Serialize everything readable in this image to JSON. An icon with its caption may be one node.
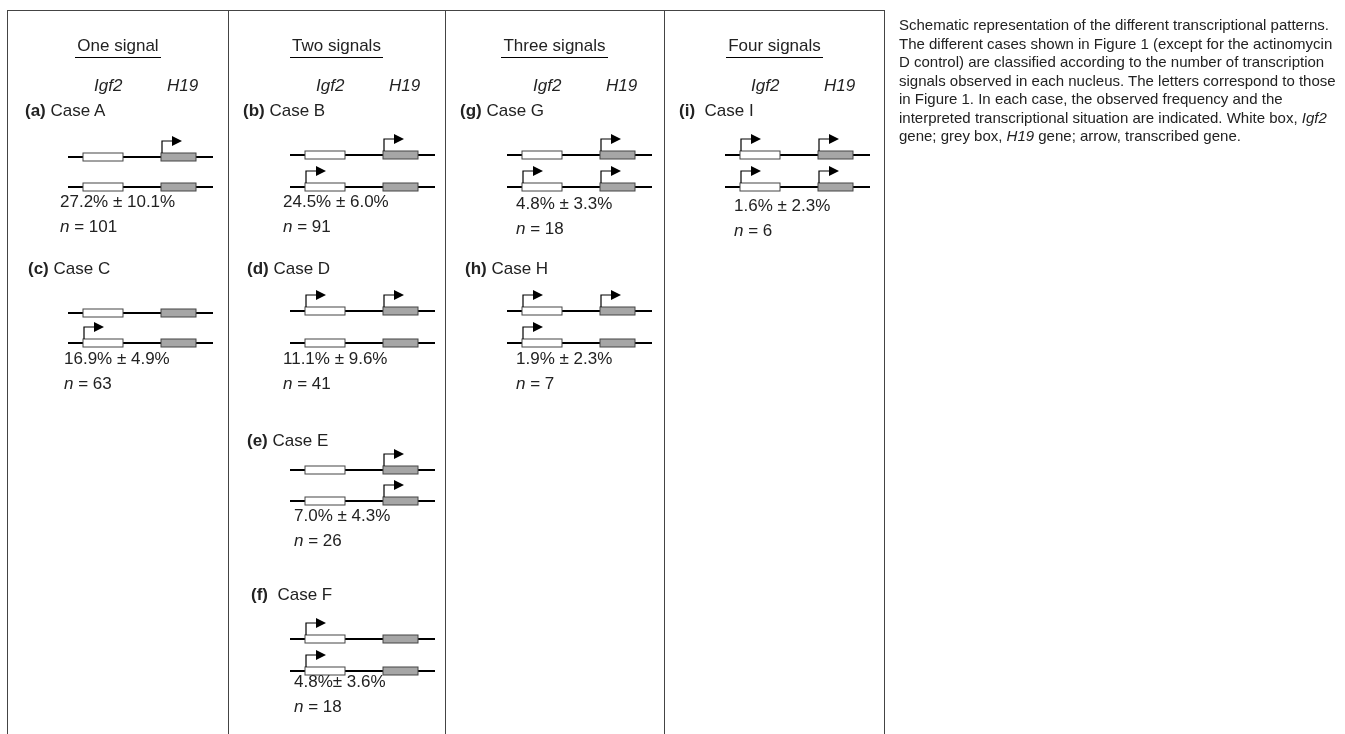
{
  "diagram": {
    "caption": "Schematic representation of the different transcriptional patterns. The different cases shown in Figure 1 (except for the actinomycin D control) are classified according to the number of transcription signals observed in each nucleus. The letters correspond to those in Figure 1. In each case, the observed frequency and the interpreted transcriptional situation are indicated. White box, *Igf2* gene; grey box, *H19* gene; arrow, transcribed gene.",
    "labels": [
      "One signal",
      "Igf2",
      "H19",
      "**(a)** Case A",
      "27.2% ± 10.1%",
      "*n* = 101",
      "**(c)** Case C",
      "16.9% ± 4.9%",
      "*n* = 63",
      "Two signals",
      "Igf2",
      "H19",
      "**(b)** Case B",
      "24.5% ± 6.0%",
      "*n* = 91",
      "**(d)** Case D",
      "11.1% ± 9.6%",
      "*n* = 41",
      "**(e)** Case E",
      "7.0% ± 4.3%",
      "*n* = 26",
      "**(f)**  Case F",
      "4.8%± 3.6%",
      "*n* = 18",
      "Three signals",
      "Igf2",
      "H19",
      "**(g)** Case G",
      "4.8% ± 3.3%",
      "*n* = 18",
      "**(h)** Case H",
      "1.9% ± 2.3%",
      "*n* = 7",
      "Four signals",
      "Igf2",
      "H19",
      "**(i)**  Case I",
      "1.6% ± 2.3%",
      "*n* = 6"
    ]
  }
}
